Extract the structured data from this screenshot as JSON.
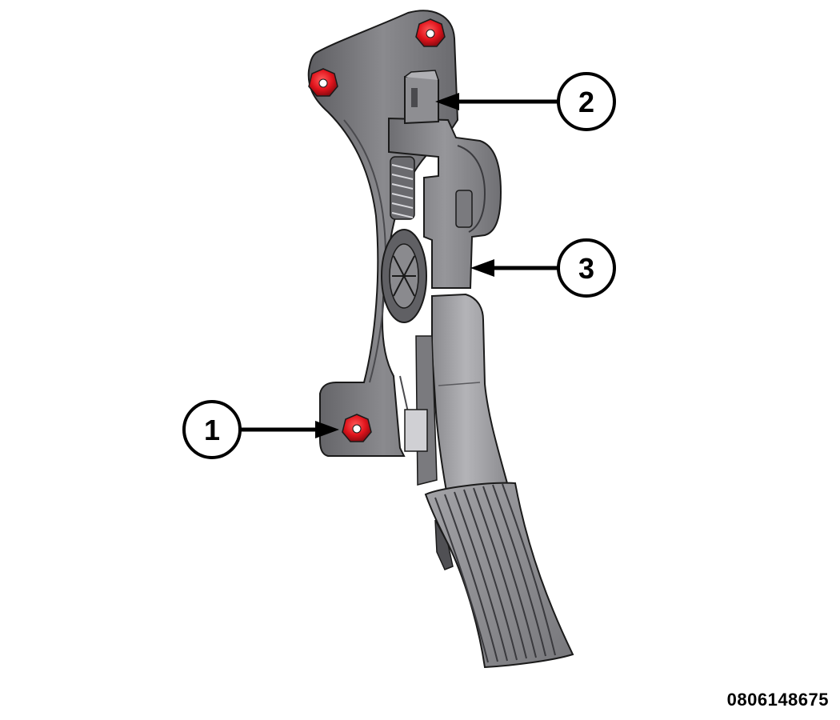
{
  "callouts": [
    {
      "label": "1"
    },
    {
      "label": "2"
    },
    {
      "label": "3"
    }
  ],
  "figure_id": "0806148675",
  "colors": {
    "fastener": "#e0141c",
    "bracket": "#7c7c80",
    "pedal_arm": "#9a9a9e",
    "pedal_pad": "#8f8f93",
    "outline": "#1a1a1a"
  }
}
